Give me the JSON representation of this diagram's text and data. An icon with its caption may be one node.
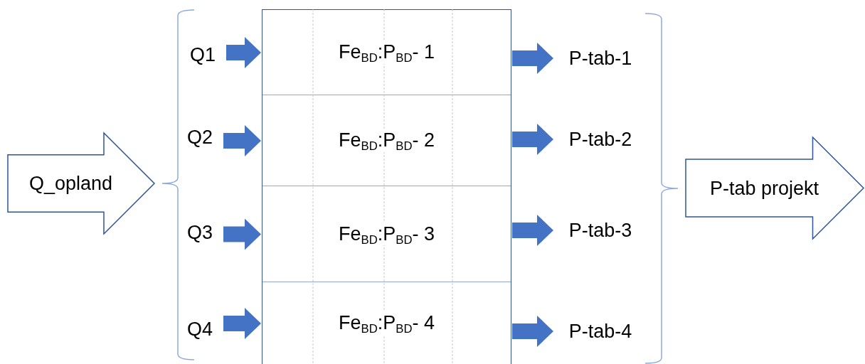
{
  "diagram": {
    "nodes": [
      {
        "text": [
          "Q_opland"
        ]
      },
      {
        "text": [
          "Q1"
        ]
      },
      {
        "text": [
          "Q2"
        ]
      },
      {
        "text": [
          "Q3"
        ]
      },
      {
        "text": [
          "Q4"
        ]
      },
      {
        "text": [],
        "shape": "box"
      },
      {
        "text": [
          "Fe$_{BD}$:P$_{BD}$- 1"
        ],
        "in": 5
      },
      {
        "text": [
          "Fe$_{BD}$:P$_{BD}$- 2"
        ],
        "in": 5
      },
      {
        "text": [
          "Fe$_{BD}$:P$_{BD}$- 3"
        ],
        "in": 5
      },
      {
        "text": [
          "Fe$_{BD}$:P$_{BD}$- 4"
        ],
        "in": 5
      },
      {
        "text": [
          "P-tab-1"
        ]
      },
      {
        "text": [
          "P-tab-2"
        ]
      },
      {
        "text": [
          "P-tab-3"
        ]
      },
      {
        "text": [
          "P-tab-4"
        ]
      },
      {
        "text": [
          "P-tab projekt"
        ]
      }
    ],
    "edges": [
      {
        "from": 1,
        "to": 6,
        "arrow": "to"
      },
      {
        "from": 2,
        "to": 7,
        "arrow": "to"
      },
      {
        "from": 3,
        "to": 8,
        "arrow": "to"
      },
      {
        "from": 4,
        "to": 9,
        "arrow": "to"
      },
      {
        "from": 6,
        "to": 10,
        "arrow": "to"
      },
      {
        "from": 7,
        "to": 11,
        "arrow": "to"
      },
      {
        "from": 8,
        "to": 12,
        "arrow": "to"
      },
      {
        "from": 9,
        "to": 13,
        "arrow": "to"
      }
    ]
  }
}
